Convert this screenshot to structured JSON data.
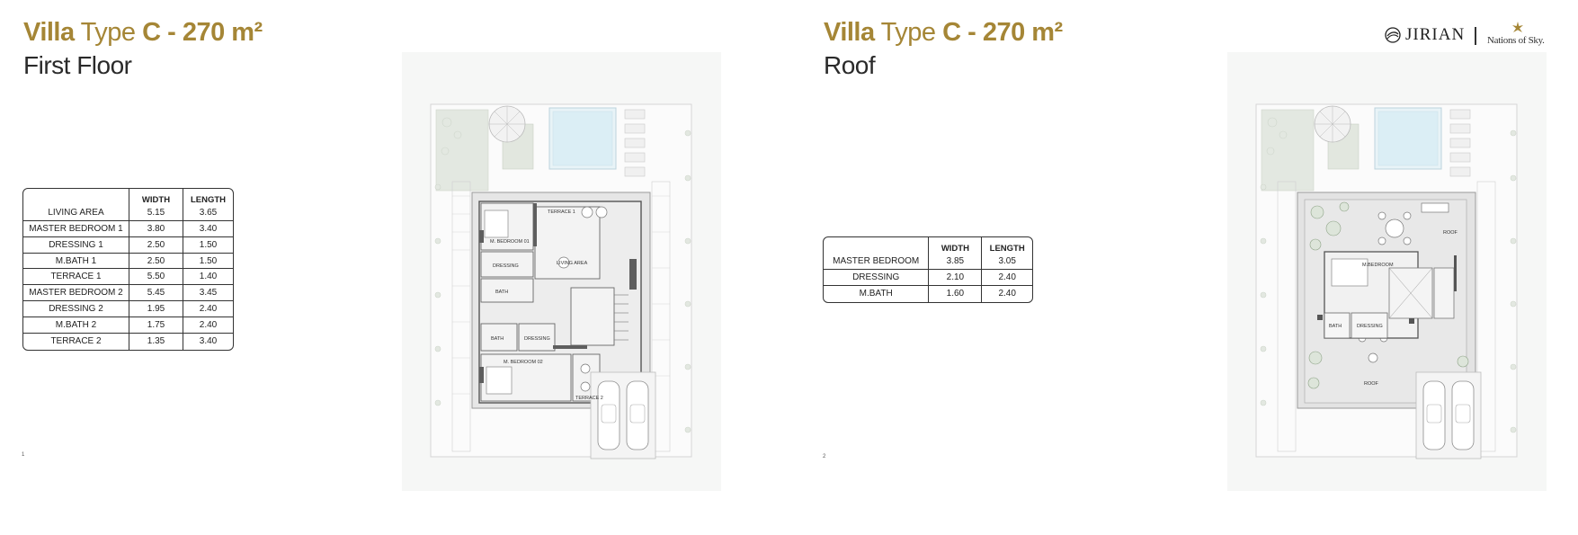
{
  "brand": {
    "name": "JIRIAN",
    "partner": "Nations of Sky.",
    "accent_color": "#a58636"
  },
  "first_floor": {
    "title_bold_1": "Villa",
    "title_light": "Type",
    "title_bold_2": "C - 270 m²",
    "subtitle": "First Floor",
    "table": {
      "headers": [
        "",
        "WIDTH",
        "LENGTH"
      ],
      "rows": [
        {
          "name": "LIVING AREA",
          "width": "5.15",
          "length": "3.65"
        },
        {
          "name": "MASTER BEDROOM 1",
          "width": "3.80",
          "length": "3.40"
        },
        {
          "name": "DRESSING 1",
          "width": "2.50",
          "length": "1.50"
        },
        {
          "name": "M.BATH 1",
          "width": "2.50",
          "length": "1.50"
        },
        {
          "name": "TERRACE 1",
          "width": "5.50",
          "length": "1.40"
        },
        {
          "name": "MASTER BEDROOM 2",
          "width": "5.45",
          "length": "3.45"
        },
        {
          "name": "DRESSING 2",
          "width": "1.95",
          "length": "2.40"
        },
        {
          "name": "M.BATH 2",
          "width": "1.75",
          "length": "2.40"
        },
        {
          "name": "TERRACE 2",
          "width": "1.35",
          "length": "3.40"
        }
      ]
    },
    "page_mark": "1",
    "plan_labels": {
      "terrace1": "TERRACE 1",
      "mbedroom1": "M. BEDROOM 01",
      "living": "LIVING AREA",
      "dressing": "DRESSING",
      "bath": "BATH",
      "bath2": "BATH",
      "dressing2": "DRESSING",
      "mbedroom2": "M. BEDROOM 02",
      "terrace2": "TERRACE 2"
    }
  },
  "roof": {
    "title_bold_1": "Villa",
    "title_light": "Type",
    "title_bold_2": "C - 270 m²",
    "subtitle": "Roof",
    "table": {
      "headers": [
        "",
        "WIDTH",
        "LENGTH"
      ],
      "rows": [
        {
          "name": "MASTER BEDROOM",
          "width": "3.85",
          "length": "3.05"
        },
        {
          "name": "DRESSING",
          "width": "2.10",
          "length": "2.40"
        },
        {
          "name": "M.BATH",
          "width": "1.60",
          "length": "2.40"
        }
      ]
    },
    "page_mark": "2",
    "plan_labels": {
      "roof_top": "ROOF",
      "mbedroom": "M.BEDROOM",
      "bath": "BATH",
      "dressing": "DRESSING",
      "roof_bottom": "ROOF"
    }
  }
}
